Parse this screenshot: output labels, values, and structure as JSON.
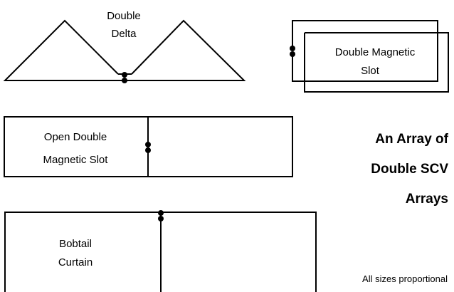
{
  "labels": {
    "double_delta_line1": "Double",
    "double_delta_line2": "Delta",
    "magnetic_slot_line1": "Double Magnetic",
    "magnetic_slot_line2": "Slot",
    "open_slot_line1": "Open Double",
    "open_slot_line2": "Magnetic Slot",
    "bobtail_line1": "Bobtail",
    "bobtail_line2": "Curtain",
    "title_line1": "An Array of",
    "title_line2": "Double SCV",
    "title_line3": "Arrays",
    "footnote": "All sizes proportional"
  }
}
